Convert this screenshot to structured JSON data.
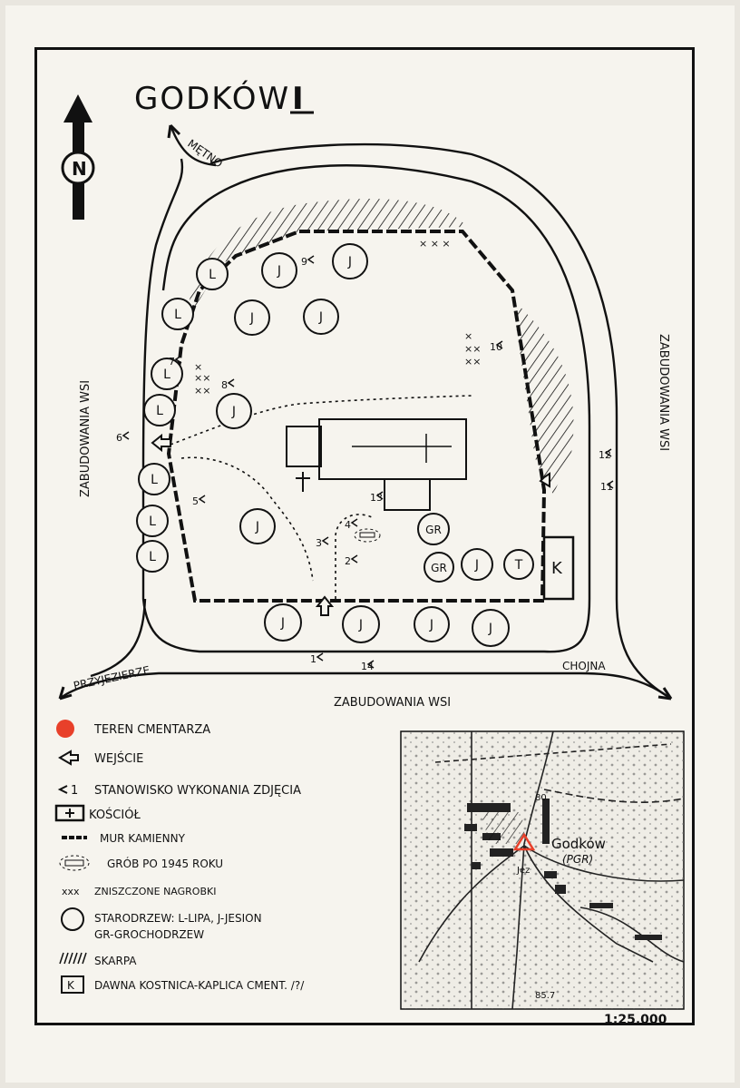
{
  "title": {
    "name": "GODKÓW",
    "numeral": "I"
  },
  "north_arrow": {
    "letter": "N",
    "icon": "north-arrow-icon"
  },
  "roads": {
    "metno": "MĘTNO",
    "przyjezierze": "PRZYJEZIERZE",
    "chojna": "CHOJNA",
    "zab_left": "ZABUDOWANIA WSI",
    "zab_right": "ZABUDOWANIA WSI",
    "zab_bottom": "ZABUDOWANIA WSI"
  },
  "trees": [
    {
      "label": "L"
    },
    {
      "label": "J"
    },
    {
      "label": "J"
    },
    {
      "label": "J"
    },
    {
      "label": "J"
    },
    {
      "label": "L"
    },
    {
      "label": "L"
    },
    {
      "label": "L"
    },
    {
      "label": "J"
    },
    {
      "label": "L"
    },
    {
      "label": "L"
    },
    {
      "label": "L"
    },
    {
      "label": "J"
    },
    {
      "label": "GR"
    },
    {
      "label": "GR"
    },
    {
      "label": "J"
    },
    {
      "label": "T"
    },
    {
      "label": "J"
    },
    {
      "label": "J"
    },
    {
      "label": "J"
    },
    {
      "label": "J"
    }
  ],
  "photo_points": [
    "1",
    "3",
    "5",
    "6",
    "7",
    "8",
    "9",
    "10",
    "11",
    "12",
    "13",
    "14",
    "2",
    "4"
  ],
  "chapel_label": "K",
  "church_icon": "cross-icon",
  "legend": [
    {
      "icon": "cemetery-area-icon",
      "text": "TEREN CMENTARZA",
      "color": "#e8402a"
    },
    {
      "icon": "entrance-arrow-icon",
      "text": "WEJŚCIE"
    },
    {
      "icon": "photo-point-icon",
      "text": "STANOWISKO WYKONANIA ZDJĘCIA",
      "symbol": "1"
    },
    {
      "icon": "church-icon",
      "text": "KOŚCIÓŁ"
    },
    {
      "icon": "stone-wall-icon",
      "text": "MUR KAMIENNY"
    },
    {
      "icon": "grave-icon",
      "text": "GRÓB PO 1945 ROKU"
    },
    {
      "icon": "destroyed-tombstones-icon",
      "text": "ZNISZCZONE NAGROBKI",
      "symbol": "xxx"
    },
    {
      "icon": "old-tree-icon",
      "text": "STARODRZEW: L-LIPA, J-JESION",
      "text2": "GR-GROCHODRZEW"
    },
    {
      "icon": "escarpment-icon",
      "text": "SKARPA"
    },
    {
      "icon": "chapel-icon",
      "text": "DAWNA KOSTNICA-KAPLICA CMENT. /?/",
      "symbol": "K"
    }
  ],
  "inset_map": {
    "place": "Godków",
    "note": "(PGR)",
    "elev1": "80",
    "elev2": "85.7",
    "lake": "Jez",
    "scale": "1:25.000"
  },
  "colors": {
    "ink": "#111111",
    "paper": "#f6f4ee",
    "cemetery": "#e8402a"
  }
}
